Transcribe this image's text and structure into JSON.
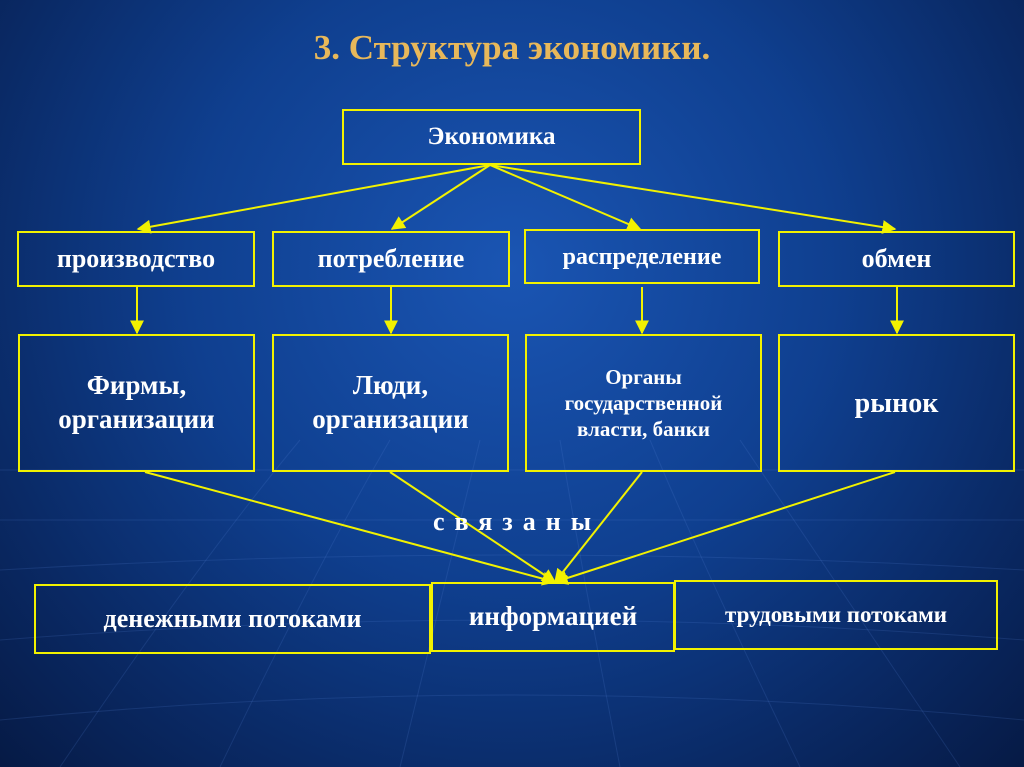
{
  "title": "3.  Структура экономики.",
  "root": {
    "label": "Экономика"
  },
  "spheres": [
    {
      "label": "производство"
    },
    {
      "label": "потребление"
    },
    {
      "label": "распределение"
    },
    {
      "label": "обмен"
    }
  ],
  "subjects": [
    {
      "line1": "Фирмы,",
      "line2": "организации",
      "line3": ""
    },
    {
      "line1": "Люди,",
      "line2": "организации",
      "line3": ""
    },
    {
      "line1": "Органы",
      "line2": "государственной",
      "line3": "власти, банки"
    },
    {
      "line1": "рынок",
      "line2": "",
      "line3": ""
    }
  ],
  "connected_label": "связаны",
  "flows": [
    {
      "label": "денежными потоками"
    },
    {
      "label": "информацией"
    },
    {
      "label": "трудовыми потоками"
    }
  ],
  "colors": {
    "border": "#f2f200",
    "title": "#e8b85a",
    "text": "#ffffff"
  }
}
